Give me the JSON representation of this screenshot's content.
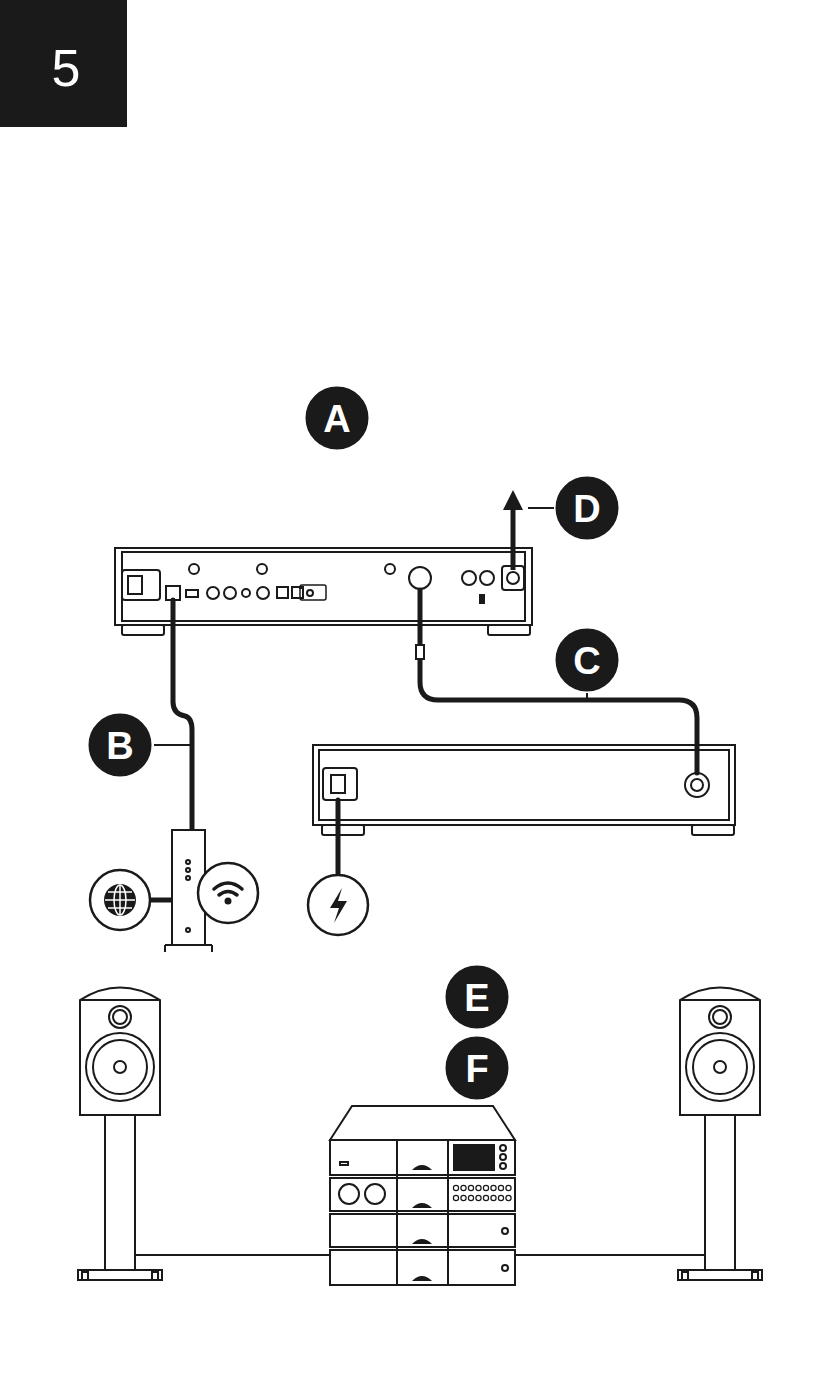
{
  "diagram": {
    "labels": [
      "5",
      "A",
      "B",
      "C",
      "D",
      "E",
      "F"
    ]
  }
}
